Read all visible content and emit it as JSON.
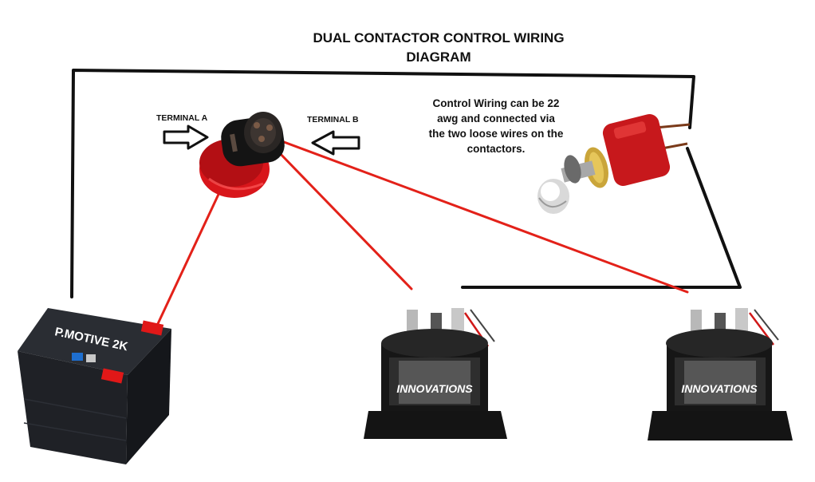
{
  "title_line1": "DUAL CONTACTOR CONTROL WIRING",
  "title_line2": "DIAGRAM",
  "note_lines": [
    "Control Wiring can be 22",
    "awg and connected via",
    "the two loose wires on the",
    "contactors."
  ],
  "terminal_a": "TERMINAL A",
  "terminal_b": "TERMINAL B",
  "battery_label": "P.MOTIVE 2K",
  "contactor_brand": "INNOVATIONS",
  "colors": {
    "wire_black": "#111111",
    "wire_red": "#e32119",
    "switch_red": "#d8161b",
    "battery_body": "#1f2126",
    "contactor_body": "#161616",
    "terminal_red": "#e01818"
  }
}
